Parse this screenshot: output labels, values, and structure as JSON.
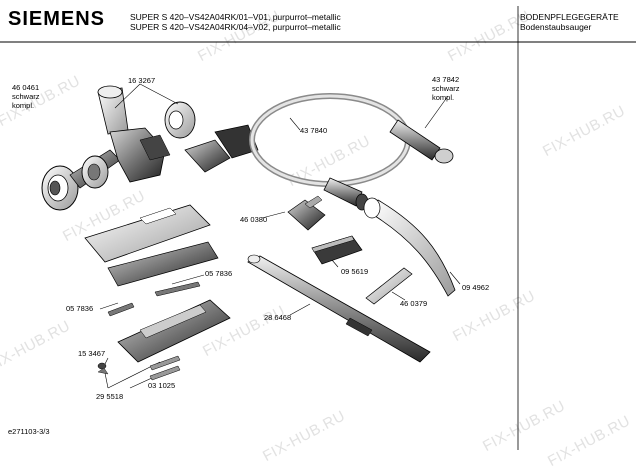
{
  "header": {
    "brand": "SIEMENS",
    "model_line_1": "SUPER S 420–VS42A04RK/01–V01, purpurrot–metallic",
    "model_line_2": "SUPER S 420–VS42A04RK/04–V02, purpurrot–metallic",
    "category": "BODENPFLEGEGERÄTE",
    "subcategory": "Bodenstaubsauger"
  },
  "watermark": "FIX-HUB.RU",
  "part_labels": {
    "p460461": "46 0461",
    "p460461_note1": "schwarz",
    "p460461_note2": "kompl.",
    "p163267": "16 3267",
    "p437842": "43 7842",
    "p437842_note1": "schwarz",
    "p437842_note2": "kompl.",
    "p437840": "43 7840",
    "p460380": "46 0380",
    "p095619": "09 5619",
    "p460379": "46 0379",
    "p094962": "09 4962",
    "p057836_a": "05 7836",
    "p057836_b": "05 7836",
    "p286468": "28 6468",
    "p153467": "15 3467",
    "p295518": "29 5518",
    "p031025": "03 1025"
  },
  "footer": {
    "page_ref": "e271103-3/3"
  }
}
